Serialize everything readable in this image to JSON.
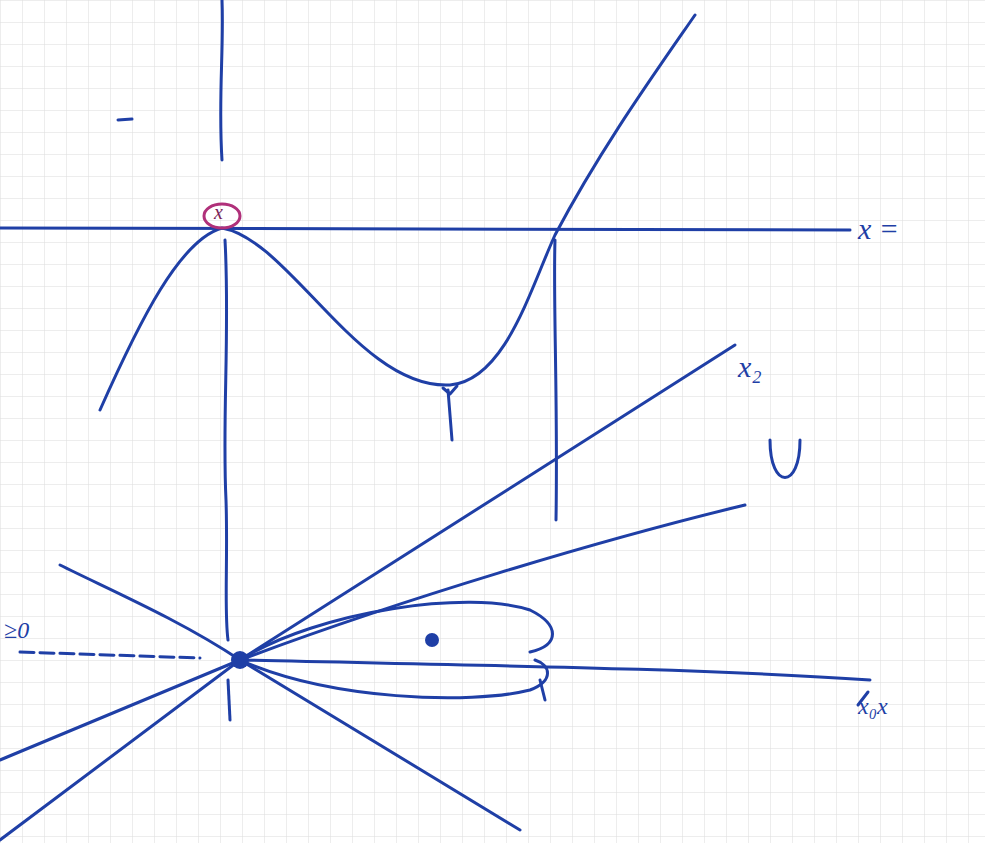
{
  "diagram": {
    "labels": [
      "x",
      "x =",
      "x₂",
      "≥0",
      "x₀x"
    ]
  }
}
